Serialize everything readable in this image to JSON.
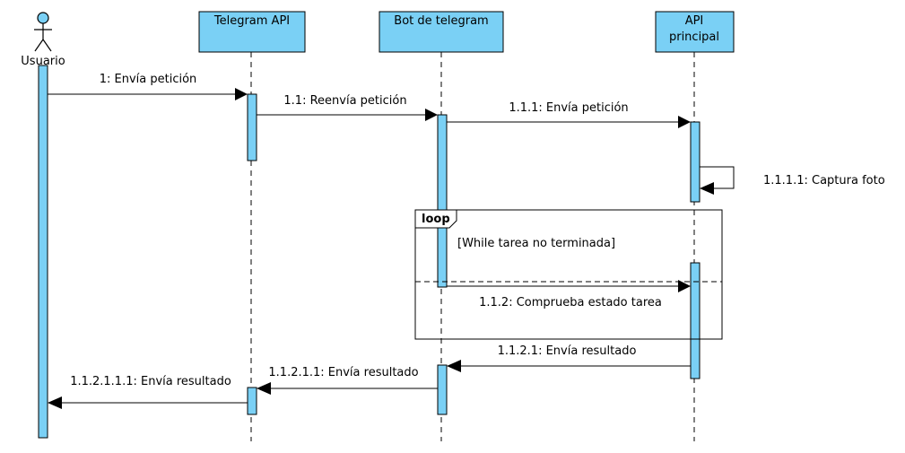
{
  "actor": {
    "label": "Usuario"
  },
  "participants": [
    {
      "id": "telegram-api",
      "lines": [
        "Telegram API"
      ]
    },
    {
      "id": "bot-telegram",
      "lines": [
        "Bot de telegram"
      ]
    },
    {
      "id": "api-principal",
      "lines": [
        "API",
        "principal"
      ]
    }
  ],
  "messages": [
    {
      "id": "m1",
      "label": "1: Envía petición"
    },
    {
      "id": "m2",
      "label": "1.1: Reenvía petición"
    },
    {
      "id": "m3",
      "label": "1.1.1: Envía petición"
    },
    {
      "id": "m4",
      "label": "1.1.1.1: Captura foto"
    },
    {
      "id": "m5",
      "label": "1.1.2: Comprueba estado tarea"
    },
    {
      "id": "m6",
      "label": "1.1.2.1: Envía resultado"
    },
    {
      "id": "m7",
      "label": "1.1.2.1.1: Envía resultado"
    },
    {
      "id": "m8",
      "label": "1.1.2.1.1.1: Envía resultado"
    }
  ],
  "loop": {
    "operator": "loop",
    "guard": "[While tarea no terminada]"
  },
  "colors": {
    "participant_fill": "#7ad0f5",
    "line": "#000000",
    "background": "#ffffff"
  }
}
